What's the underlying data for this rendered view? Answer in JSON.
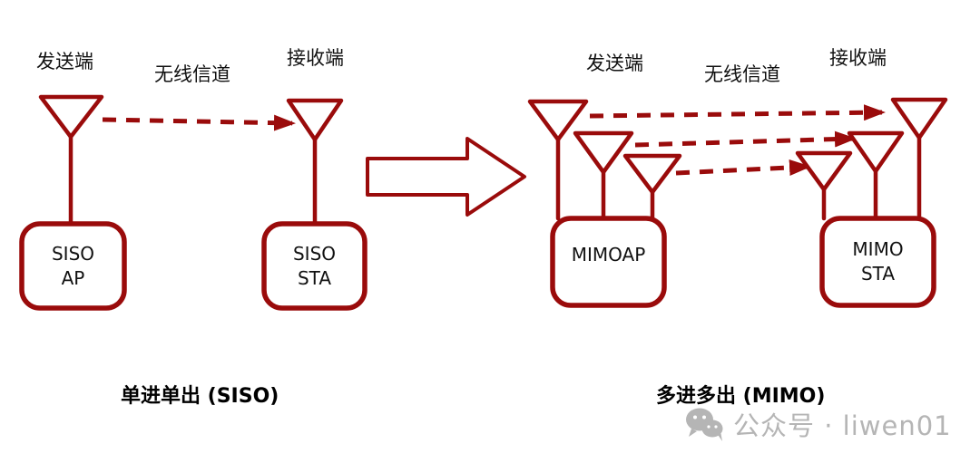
{
  "colors": {
    "accent": "#9a0b0b",
    "text": "#111111",
    "watermark_gray": "#b5b5b5"
  },
  "siso": {
    "tx_label": "发送端",
    "channel_label": "无线信道",
    "rx_label": "接收端",
    "ap": {
      "line1": "SISO",
      "line2": "AP"
    },
    "sta": {
      "line1": "SISO",
      "line2": "STA"
    },
    "caption": "单进单出 (SISO)"
  },
  "mimo": {
    "tx_label": "发送端",
    "channel_label": "无线信道",
    "rx_label": "接收端",
    "ap": {
      "line1": "MIMOAP"
    },
    "sta": {
      "line1": "MIMO",
      "line2": "STA"
    },
    "caption": "多进多出 (MIMO)"
  },
  "watermark": {
    "text": "公众号 · liwen01"
  },
  "icons": {
    "wechat": "wechat-icon",
    "antenna": "antenna-icon",
    "transition_arrow": "right-block-arrow-icon"
  }
}
